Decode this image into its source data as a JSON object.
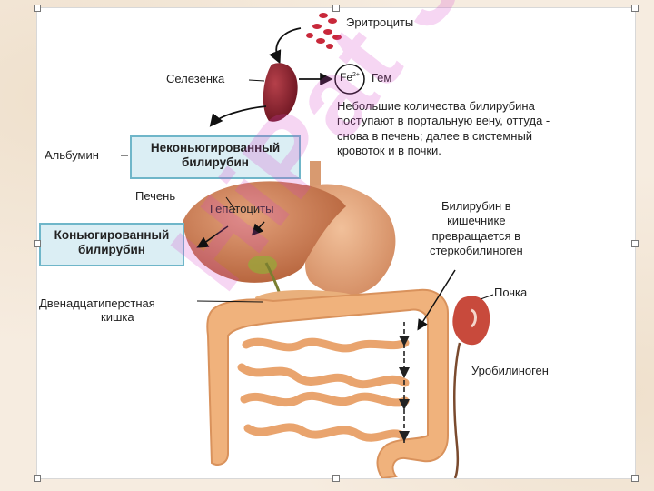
{
  "labels": {
    "erythrocytes": "Эритроциты",
    "spleen": "Селезёнка",
    "heme": "Гем",
    "fe": "Fe",
    "fe_sup": "2+",
    "albumin": "Альбумин",
    "unconjugated_line1": "Неконьюгированный",
    "unconjugated_line2": "билирубин",
    "liver": "Печень",
    "hepatocytes": "Гепатоциты",
    "conjugated_line1": "Коньюгированный",
    "conjugated_line2": "билирубин",
    "duodenum_line1": "Двенадцатиперстная",
    "duodenum_line2": "кишка",
    "kidney": "Почка",
    "urobilinogen": "Уробилиноген"
  },
  "notes": {
    "portal_line1": "Небольшие количества билирубина",
    "portal_line2": "поступают в портальную вену, оттуда -",
    "portal_line3": "снова в печень; далее в системный",
    "portal_line4": "кровоток и в почки.",
    "intestine_line1": "Билирубин в",
    "intestine_line2": "кишечнике",
    "intestine_line3": "превращается в",
    "intestine_line4": "стеркобилиноген"
  },
  "watermark": "HiPat 34",
  "colors": {
    "box_fill": "#dbeef4",
    "box_border": "#6fb6c9",
    "spleen": "#8c2230",
    "liver": "#c9774c",
    "intestine": "#efb27a",
    "kidney": "#c84a3c",
    "erythrocyte": "#c8283a"
  }
}
